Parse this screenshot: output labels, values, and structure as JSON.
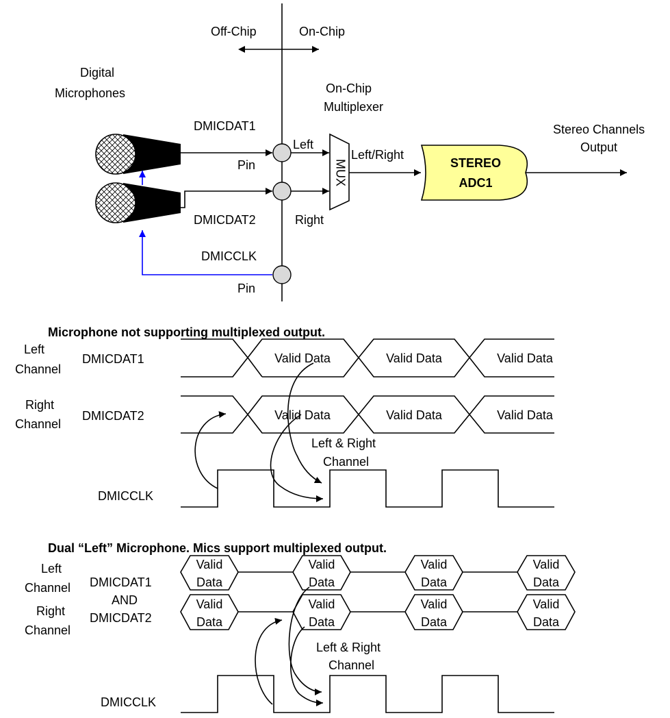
{
  "top": {
    "off_chip": "Off-Chip",
    "on_chip": "On-Chip",
    "digital_mics": [
      "Digital",
      "Microphones"
    ],
    "mux_title": [
      "On-Chip",
      "Multiplexer"
    ],
    "dmicdat1": "DMICDAT1",
    "dmicdat2": "DMICDAT2",
    "dmicclk": "DMICCLK",
    "pin": "Pin",
    "left": "Left",
    "right": "Right",
    "mux": "MUX",
    "left_right": "Left/Right",
    "adc": [
      "STEREO",
      "ADC1"
    ],
    "output": [
      "Stereo Channels",
      "Output"
    ],
    "colors": {
      "adc_fill": "#ffff99",
      "clock_line": "#0000ff",
      "pin_fill": "#d9d9d9"
    }
  },
  "timing1": {
    "title": "Microphone not supporting multiplexed output.",
    "left_channel": [
      "Left",
      "Channel"
    ],
    "right_channel": [
      "Right",
      "Channel"
    ],
    "sig1": "DMICDAT1",
    "sig2": "DMICDAT2",
    "clk": "DMICCLK",
    "valid": "Valid Data",
    "lr_note": [
      "Left & Right",
      "Channel"
    ]
  },
  "timing2": {
    "title": "Dual “Left” Microphone. Mics support multiplexed output.",
    "left_channel": [
      "Left",
      "Channel"
    ],
    "right_channel": [
      "Right",
      "Channel"
    ],
    "sig": [
      "DMICDAT1",
      "AND",
      "DMICDAT2"
    ],
    "clk": "DMICCLK",
    "valid": [
      "Valid",
      "Data"
    ],
    "lr_note": [
      "Left & Right",
      "Channel"
    ]
  }
}
